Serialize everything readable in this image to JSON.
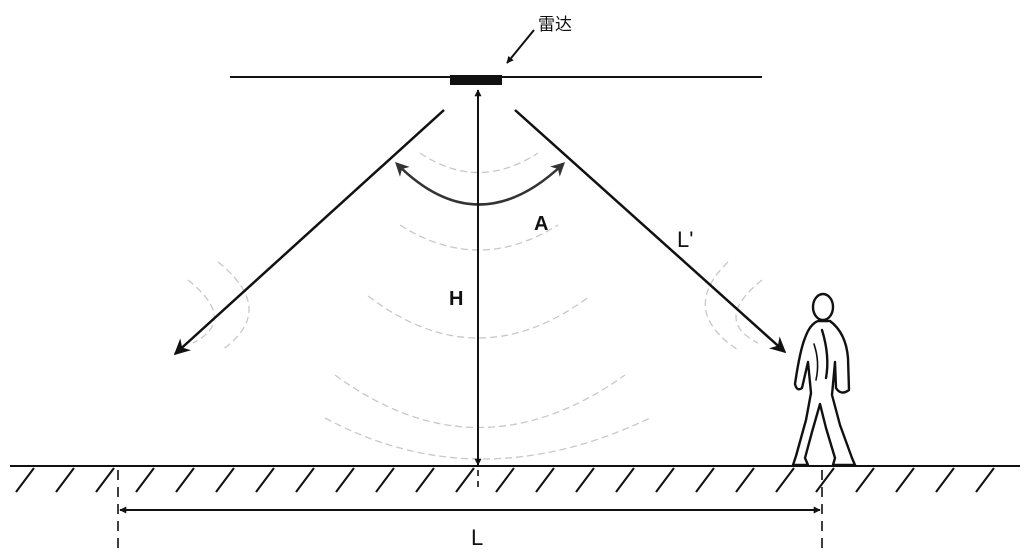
{
  "labels": {
    "radar": "雷达",
    "angle": "A",
    "height": "H",
    "slant_range": "L'",
    "horizontal_range": "L"
  },
  "colors": {
    "line": "#111111",
    "wave": "#c8c8c8",
    "background": "#ffffff"
  },
  "icons": {
    "radar_device": "radar-sensor-bar",
    "target": "walking-person-icon"
  }
}
